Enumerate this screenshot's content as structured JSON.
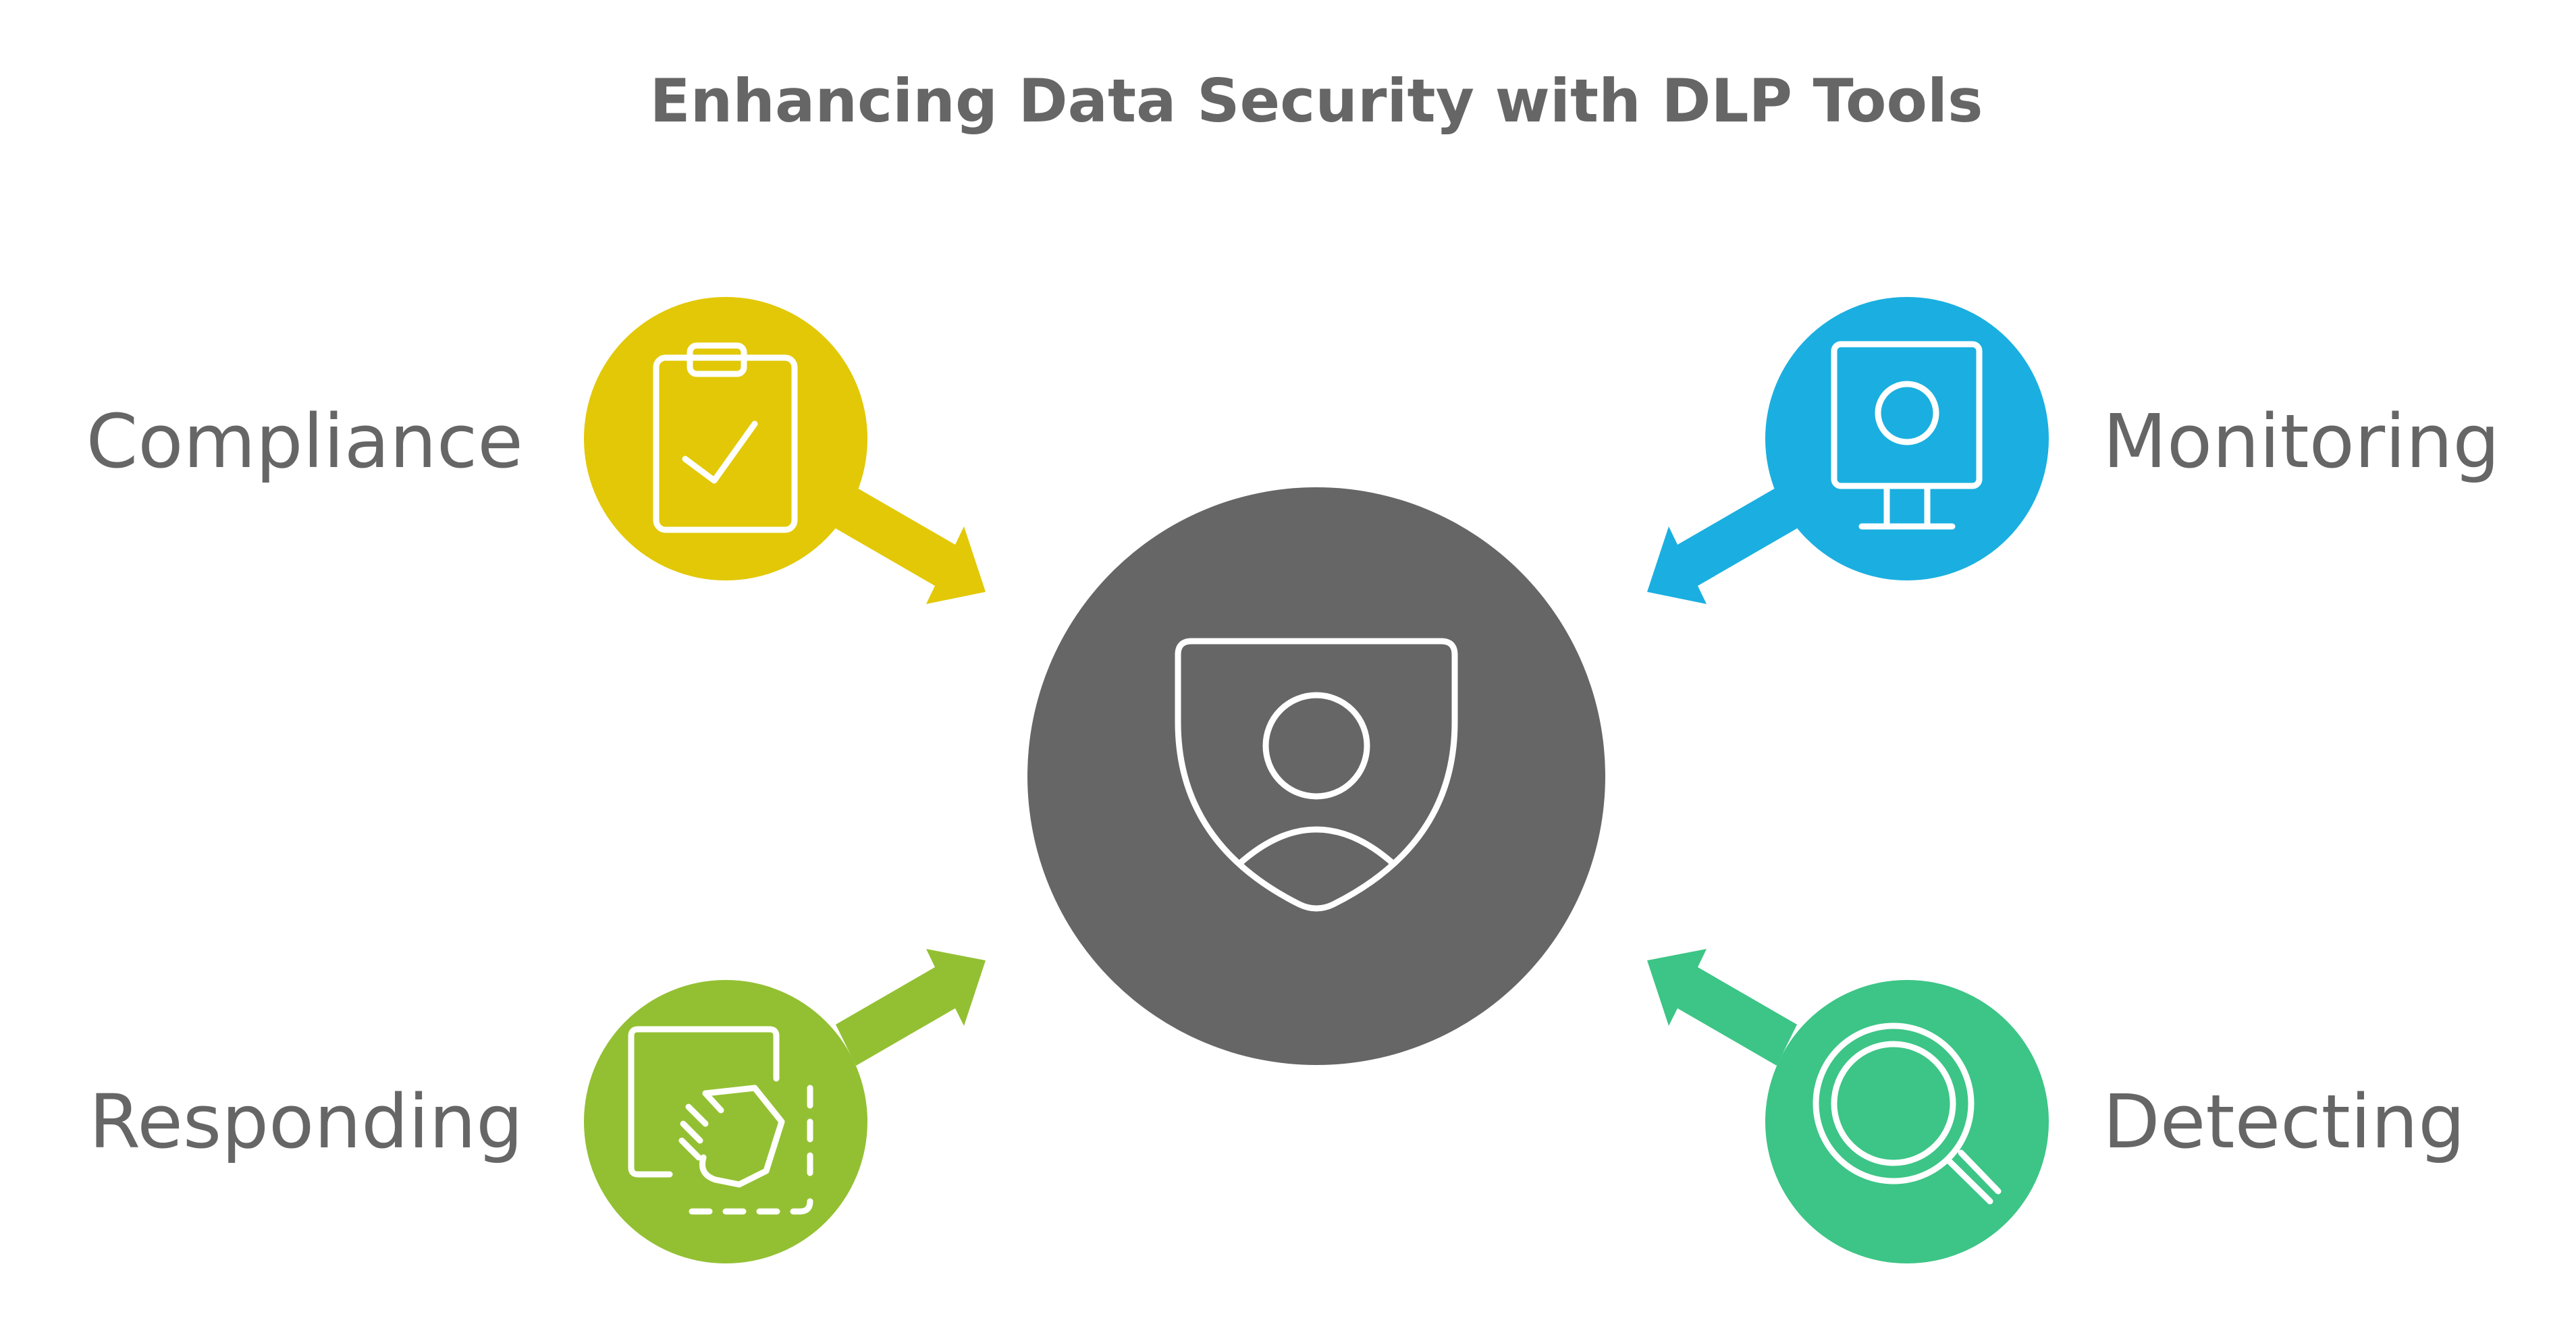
{
  "title": "Enhancing Data Security with DLP Tools",
  "center": {
    "icon": "user-shield-icon",
    "color": "#666666"
  },
  "nodes": [
    {
      "key": "compliance",
      "label": "Compliance",
      "icon": "clipboard-check-icon",
      "color": "#E2C806"
    },
    {
      "key": "monitoring",
      "label": "Monitoring",
      "icon": "monitor-camera-icon",
      "color": "#1AAFE0"
    },
    {
      "key": "responding",
      "label": "Responding",
      "icon": "hand-drag-icon",
      "color": "#93C032"
    },
    {
      "key": "detecting",
      "label": "Detecting",
      "icon": "magnifier-icon",
      "color": "#3CC586"
    }
  ]
}
